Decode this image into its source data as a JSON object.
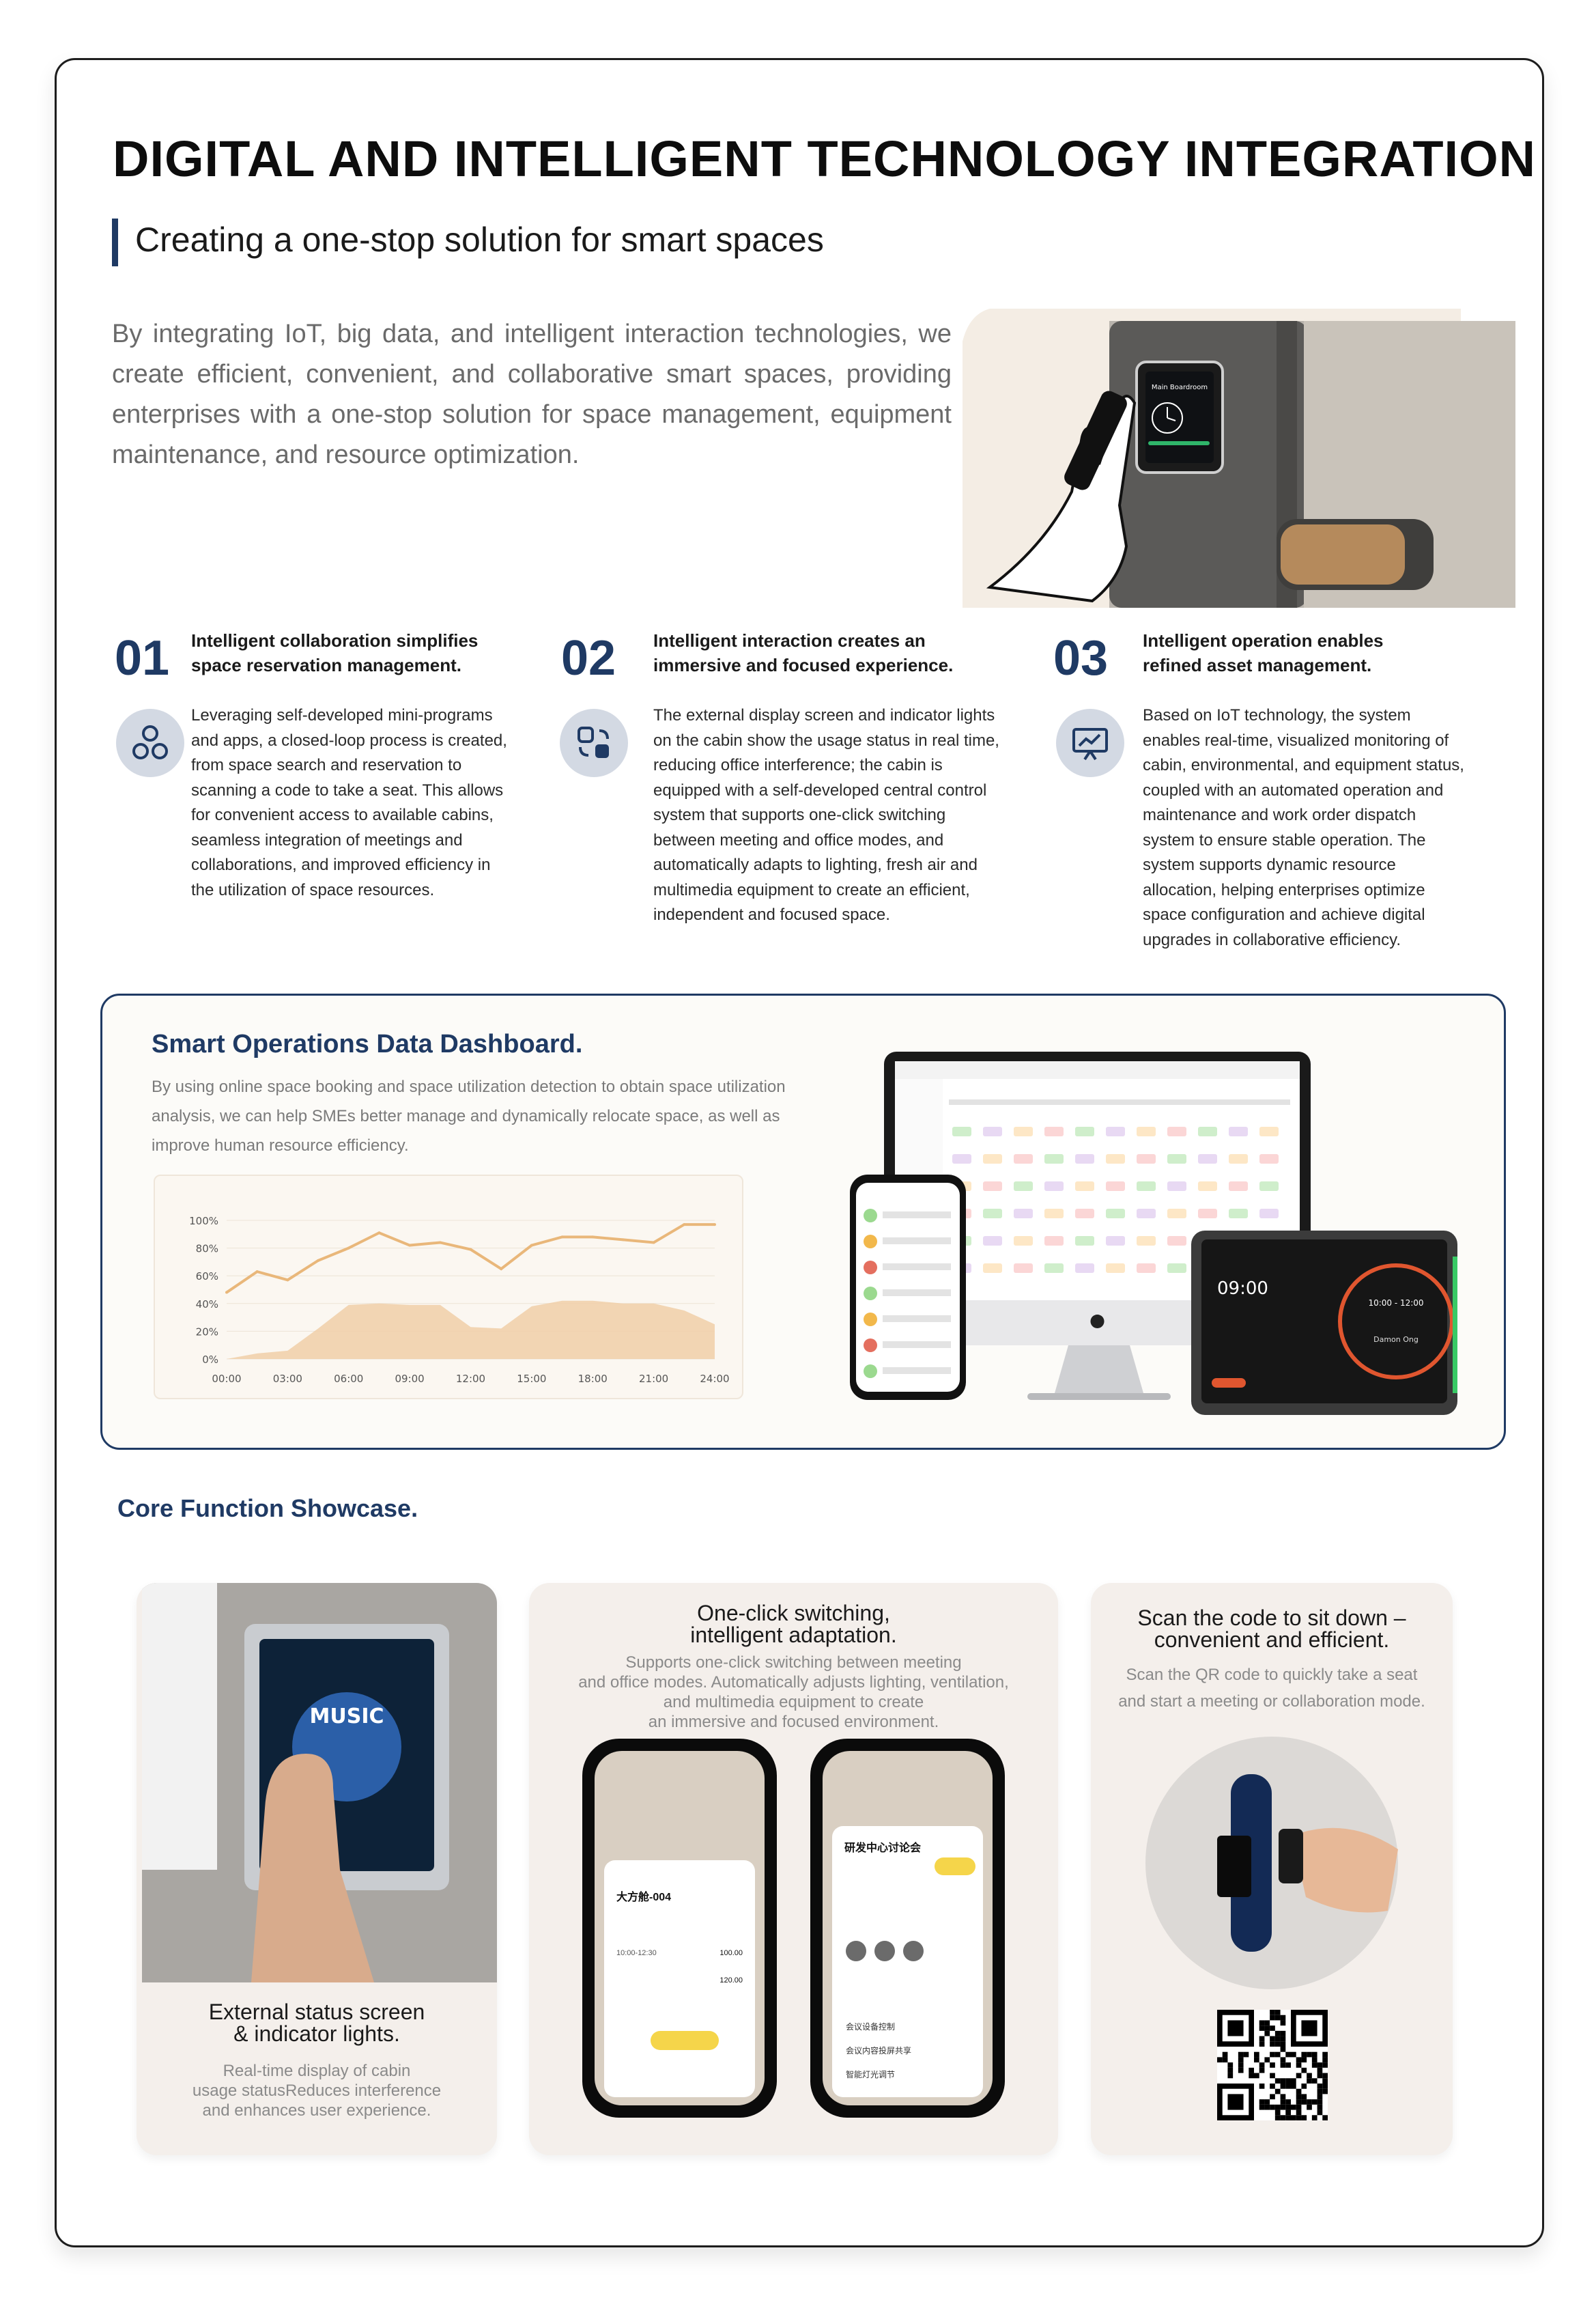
{
  "header": {
    "title": "DIGITAL AND INTELLIGENT TECHNOLOGY INTEGRATION",
    "subtitle": "Creating a one-stop solution for smart spaces",
    "intro": "By integrating IoT, big data, and intelligent interaction technologies, we create efficient, convenient, and collaborative smart spaces, providing enterprises with a one-stop solution for space management, equipment maintenance, and resource optimization."
  },
  "hero": {
    "device_screen_title": "Main Boardroom"
  },
  "features": [
    {
      "number": "01",
      "heading_line1": "Intelligent collaboration simplifies",
      "heading_line2": "space reservation management.",
      "icon": "collaboration-circles-icon",
      "body": "Leveraging self-developed mini-programs and apps, a closed-loop process is created, from space search and reservation to scanning a code to take a seat. This allows for convenient access to available cabins, seamless integration of meetings and collaborations, and improved efficiency in the utilization of space resources."
    },
    {
      "number": "02",
      "heading_line1": "Intelligent interaction creates an",
      "heading_line2": "immersive and focused experience.",
      "icon": "switch-arrows-icon",
      "body": "The external display screen and indicator lights on the cabin show the usage status in real time, reducing office interference; the cabin is equipped with a self-developed central control system that supports one-click switching between meeting and office modes, and automatically adapts to lighting, fresh air and multimedia equipment to create an efficient, independent and focused space."
    },
    {
      "number": "03",
      "heading_line1": "Intelligent operation enables",
      "heading_line2": "refined asset management.",
      "icon": "presentation-chart-icon",
      "body": "Based on IoT technology, the system enables real-time, visualized monitoring of cabin, environmental, and equipment status, coupled with an automated operation and maintenance and work order dispatch system to ensure stable operation. The system supports dynamic resource allocation, helping enterprises optimize space configuration and achieve digital upgrades in collaborative efficiency."
    }
  ],
  "dashboard": {
    "title": "Smart Operations Data Dashboard.",
    "body": "By using online space booking and space utilization detection to obtain space utilization analysis, we can help SMEs better manage and dynamically relocate space, as well as improve human resource efficiency.",
    "tablet_time": "09:00",
    "tablet_range": "10:00 - 12:00",
    "tablet_user": "Damon Ong"
  },
  "chart_data": {
    "type": "area",
    "title": "",
    "xlabel": "",
    "ylabel": "",
    "x": [
      "00:00",
      "01:30",
      "03:00",
      "04:30",
      "06:00",
      "07:30",
      "09:00",
      "10:30",
      "12:00",
      "13:30",
      "15:00",
      "16:30",
      "18:00",
      "19:30",
      "21:00",
      "22:30",
      "24:00"
    ],
    "ylim": [
      0,
      100
    ],
    "yticks": [
      "100%",
      "80%",
      "60%",
      "40%",
      "20%",
      "0%"
    ],
    "xticks": [
      "00:00",
      "03:00",
      "06:00",
      "09:00",
      "12:00",
      "15:00",
      "18:00",
      "21:00",
      "24:00"
    ],
    "series": [
      {
        "values": [
          48,
          63,
          57,
          71,
          80,
          91,
          82,
          84,
          79,
          65,
          82,
          88,
          88,
          86,
          84,
          97,
          97
        ]
      },
      {
        "values": [
          0,
          4,
          6,
          22,
          39,
          40,
          39,
          39,
          23,
          22,
          38,
          42,
          42,
          40,
          40,
          35,
          25
        ]
      }
    ],
    "colors": {
      "line": "#e9b77a",
      "area": "#f0cfa8"
    }
  },
  "core": {
    "title": "Core Function Showcase.",
    "card1": {
      "screen_text": "MUSIC",
      "heading_line1": "External status screen",
      "heading_line2": "& indicator lights.",
      "body_line1": "Real-time display of cabin",
      "body_line2": "usage statusReduces interference",
      "body_line3": "and enhances user experience."
    },
    "card2": {
      "heading_line1": "One-click switching,",
      "heading_line2": "intelligent adaptation.",
      "body_line1": "Supports one-click switching between meeting",
      "body_line2": "and office modes. Automatically adjusts lighting, ventilation,",
      "body_line3": "and multimedia equipment to create",
      "body_line4": "an immersive and focused environment.",
      "phone1_title": "大方舱-004",
      "phone1_row1_label": "10:00-12:30",
      "phone1_row1_value": "100.00",
      "phone1_row2_value": "120.00",
      "phone2_title": "研发中心讨论会",
      "phone2_item1": "会议设备控制",
      "phone2_item2": "会议内容投屏共享",
      "phone2_item3": "智能灯光调节"
    },
    "card3": {
      "heading_line1": "Scan the code to sit down –",
      "heading_line2": "convenient and efficient.",
      "body_line1": "Scan the QR code to quickly take a seat",
      "body_line2": "and start a meeting or collaboration mode."
    }
  }
}
